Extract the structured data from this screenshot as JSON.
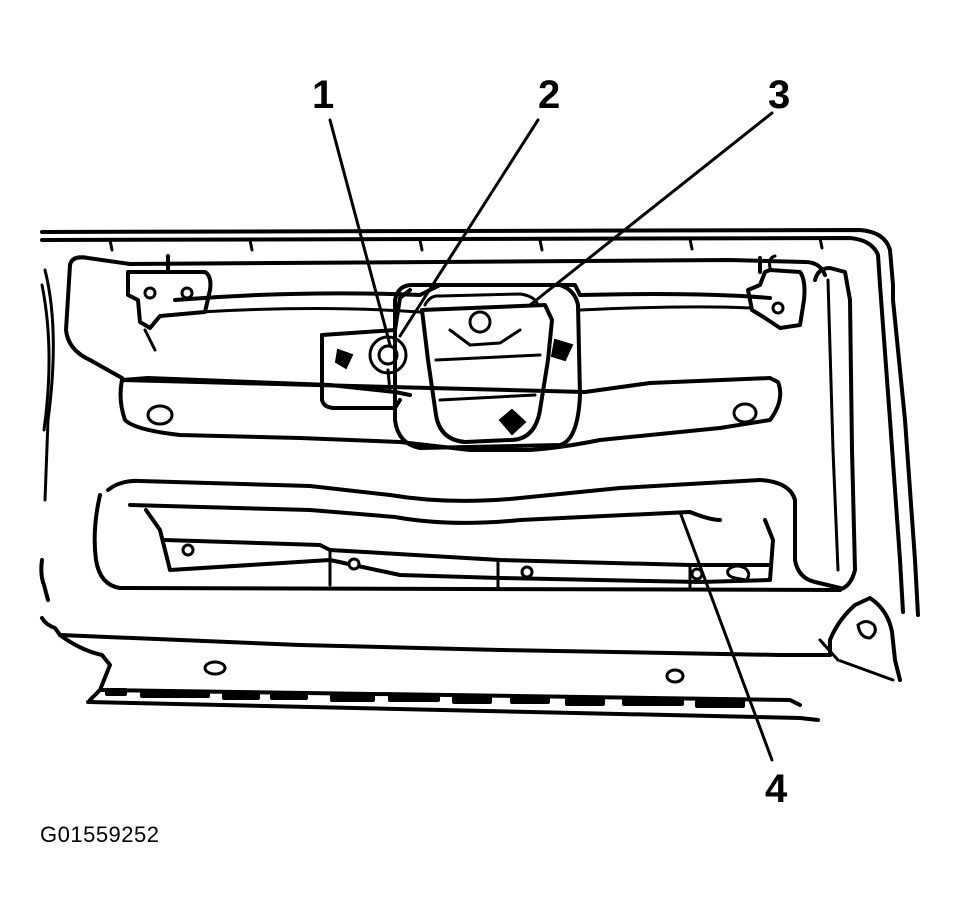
{
  "callouts": [
    {
      "id": "1",
      "label": "1"
    },
    {
      "id": "2",
      "label": "2"
    },
    {
      "id": "3",
      "label": "3"
    },
    {
      "id": "4",
      "label": "4"
    }
  ],
  "figure_id": "G01559252",
  "colors": {
    "line": "#000000",
    "background": "#ffffff"
  }
}
